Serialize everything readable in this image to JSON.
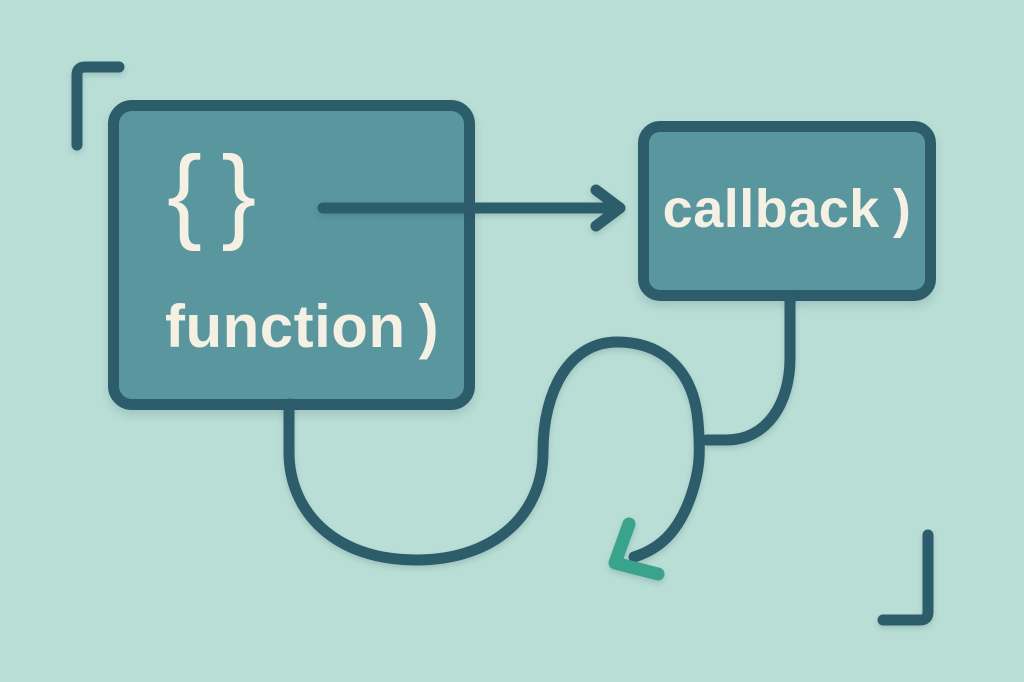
{
  "illustration": {
    "description": "Flow diagram showing a function block passing a callback",
    "function_box": {
      "braces": "{ }",
      "label": "function",
      "paren": ")"
    },
    "callback_box": {
      "label": "callback",
      "paren": ")"
    }
  },
  "icons": {
    "arrow_right": "arrow-right-icon",
    "flow_arrowhead": "chevron-down-left-icon",
    "frame_top_left": "corner-bracket-icon",
    "frame_bottom_right": "corner-bracket-icon"
  },
  "colors": {
    "background": "#b9ded6",
    "panel": "#5a969e",
    "line": "#2d5c6b",
    "text": "#f4f0e4",
    "accent": "#3aa38c"
  }
}
